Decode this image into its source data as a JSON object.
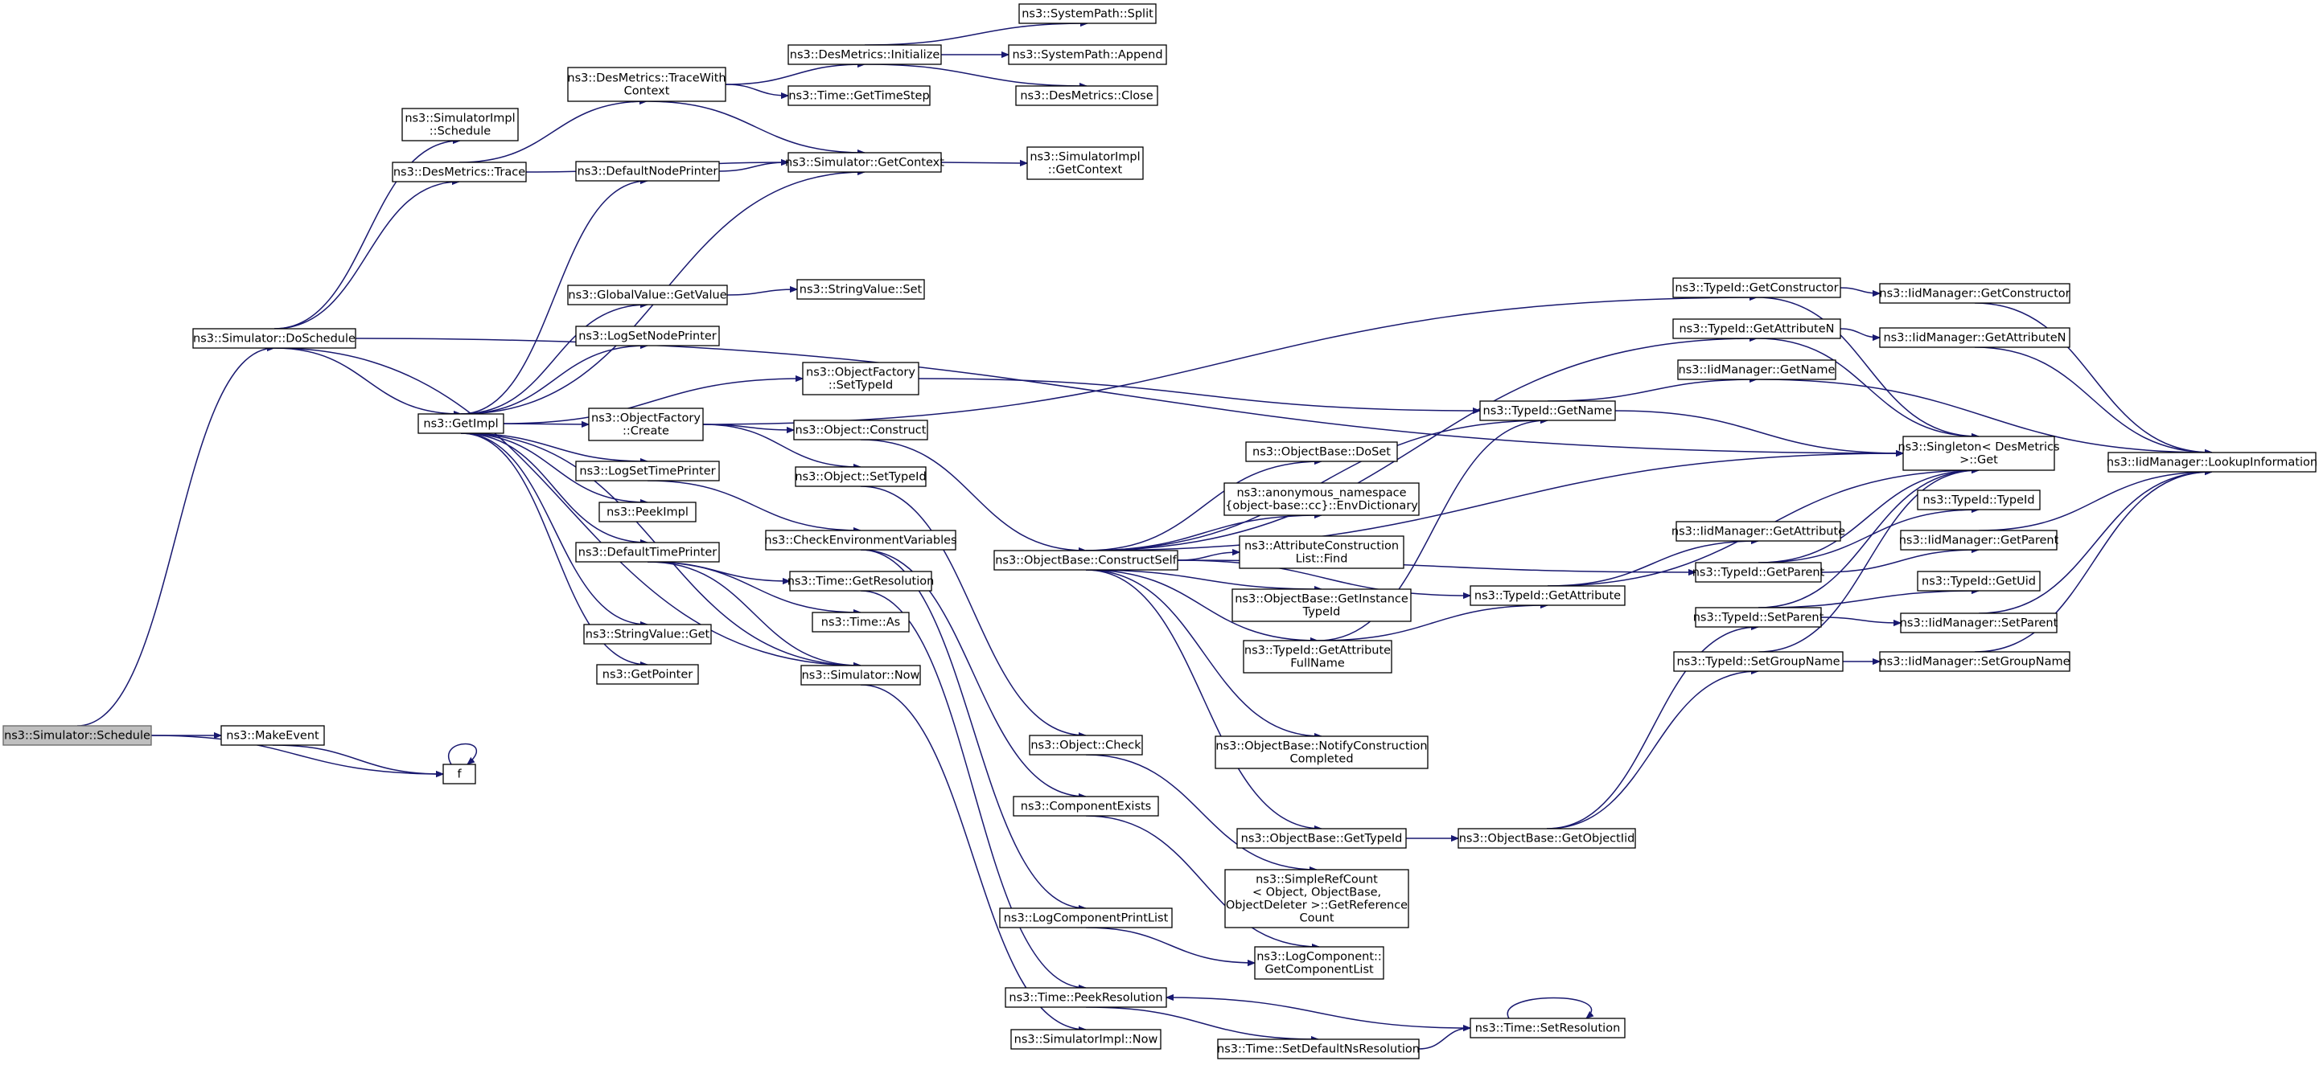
{
  "diagram": {
    "edge_color": "#191970",
    "root_fill": "#bfbfbf",
    "nodes": [
      {
        "id": "schedule",
        "lines": [
          "ns3::Simulator::Schedule"
        ],
        "root": true
      },
      {
        "id": "makeevent",
        "lines": [
          "ns3::MakeEvent"
        ]
      },
      {
        "id": "f",
        "lines": [
          "f"
        ]
      },
      {
        "id": "doschedule",
        "lines": [
          "ns3::Simulator::DoSchedule"
        ]
      },
      {
        "id": "simimpl_schedule",
        "lines": [
          "ns3::SimulatorImpl",
          "::Schedule"
        ]
      },
      {
        "id": "desmetrics_trace",
        "lines": [
          "ns3::DesMetrics::Trace"
        ]
      },
      {
        "id": "getimpl",
        "lines": [
          "ns3::GetImpl"
        ]
      },
      {
        "id": "simulator_now",
        "lines": [
          "ns3::Simulator::Now"
        ]
      },
      {
        "id": "singleton_get",
        "lines": [
          "ns3::Singleton< DesMetrics",
          " >::Get"
        ]
      },
      {
        "id": "tracewithcontext",
        "lines": [
          "ns3::DesMetrics::TraceWith",
          "Context"
        ]
      },
      {
        "id": "getcontext",
        "lines": [
          "ns3::Simulator::GetContext"
        ]
      },
      {
        "id": "desmetrics_init",
        "lines": [
          "ns3::DesMetrics::Initialize"
        ]
      },
      {
        "id": "time_gettimestep",
        "lines": [
          "ns3::Time::GetTimeStep"
        ]
      },
      {
        "id": "systempath_split",
        "lines": [
          "ns3::SystemPath::Split"
        ]
      },
      {
        "id": "systempath_append",
        "lines": [
          "ns3::SystemPath::Append"
        ]
      },
      {
        "id": "desmetrics_close",
        "lines": [
          "ns3::DesMetrics::Close"
        ]
      },
      {
        "id": "simimpl_getcontext",
        "lines": [
          "ns3::SimulatorImpl",
          "::GetContext"
        ]
      },
      {
        "id": "defaultnodeprinter",
        "lines": [
          "ns3::DefaultNodePrinter"
        ]
      },
      {
        "id": "globalvalue_getvalue",
        "lines": [
          "ns3::GlobalValue::GetValue"
        ]
      },
      {
        "id": "stringvalue_set",
        "lines": [
          "ns3::StringValue::Set"
        ]
      },
      {
        "id": "logsetnodeprinter",
        "lines": [
          "ns3::LogSetNodePrinter"
        ]
      },
      {
        "id": "objectfactory_settypeid",
        "lines": [
          "ns3::ObjectFactory",
          "::SetTypeId"
        ]
      },
      {
        "id": "objectfactory_create",
        "lines": [
          "ns3::ObjectFactory",
          "::Create"
        ]
      },
      {
        "id": "object_construct",
        "lines": [
          "ns3::Object::Construct"
        ]
      },
      {
        "id": "object_settypeid",
        "lines": [
          "ns3::Object::SetTypeId"
        ]
      },
      {
        "id": "logsettimeprinter",
        "lines": [
          "ns3::LogSetTimePrinter"
        ]
      },
      {
        "id": "peekimpl",
        "lines": [
          "ns3::PeekImpl"
        ]
      },
      {
        "id": "checkenvvars",
        "lines": [
          "ns3::CheckEnvironmentVariables"
        ]
      },
      {
        "id": "defaulttimeprinter",
        "lines": [
          "ns3::DefaultTimePrinter"
        ]
      },
      {
        "id": "time_getresolution",
        "lines": [
          "ns3::Time::GetResolution"
        ]
      },
      {
        "id": "time_as",
        "lines": [
          "ns3::Time::As"
        ]
      },
      {
        "id": "stringvalue_get",
        "lines": [
          "ns3::StringValue::Get"
        ]
      },
      {
        "id": "getpointer",
        "lines": [
          "ns3::GetPointer"
        ]
      },
      {
        "id": "objectbase_constructself",
        "lines": [
          "ns3::ObjectBase::ConstructSelf"
        ]
      },
      {
        "id": "typeid_getconstructor",
        "lines": [
          "ns3::TypeId::GetConstructor"
        ]
      },
      {
        "id": "iidmanager_getconstructor",
        "lines": [
          "ns3::IidManager::GetConstructor"
        ]
      },
      {
        "id": "typeid_getattributen",
        "lines": [
          "ns3::TypeId::GetAttributeN"
        ]
      },
      {
        "id": "iidmanager_getattributen",
        "lines": [
          "ns3::IidManager::GetAttributeN"
        ]
      },
      {
        "id": "iidmanager_getname",
        "lines": [
          "ns3::IidManager::GetName"
        ]
      },
      {
        "id": "typeid_getname",
        "lines": [
          "ns3::TypeId::GetName"
        ]
      },
      {
        "id": "iidmanager_lookupinformation",
        "lines": [
          "ns3::IidManager::LookupInformation"
        ]
      },
      {
        "id": "objectbase_doset",
        "lines": [
          "ns3::ObjectBase::DoSet"
        ]
      },
      {
        "id": "anon_envdictionary",
        "lines": [
          "ns3::anonymous_namespace",
          "{object-base::cc}::EnvDictionary"
        ]
      },
      {
        "id": "typeid_typeid",
        "lines": [
          "ns3::TypeId::TypeId"
        ]
      },
      {
        "id": "iidmanager_getattribute",
        "lines": [
          "ns3::IidManager::GetAttribute"
        ]
      },
      {
        "id": "iidmanager_getparent",
        "lines": [
          "ns3::IidManager::GetParent"
        ]
      },
      {
        "id": "attributeconstructionlist_find",
        "lines": [
          "ns3::AttributeConstruction",
          "List::Find"
        ]
      },
      {
        "id": "typeid_getparent",
        "lines": [
          "ns3::TypeId::GetParent"
        ]
      },
      {
        "id": "typeid_getattribute",
        "lines": [
          "ns3::TypeId::GetAttribute"
        ]
      },
      {
        "id": "typeid_getuid",
        "lines": [
          "ns3::TypeId::GetUid"
        ]
      },
      {
        "id": "objectbase_getinstancetypeid",
        "lines": [
          "ns3::ObjectBase::GetInstance",
          "TypeId"
        ]
      },
      {
        "id": "typeid_setparent",
        "lines": [
          "ns3::TypeId::SetParent"
        ]
      },
      {
        "id": "iidmanager_setparent",
        "lines": [
          "ns3::IidManager::SetParent"
        ]
      },
      {
        "id": "typeid_getattributefullname",
        "lines": [
          "ns3::TypeId::GetAttribute",
          "FullName"
        ]
      },
      {
        "id": "typeid_setgroupname",
        "lines": [
          "ns3::TypeId::SetGroupName"
        ]
      },
      {
        "id": "iidmanager_setgroupname",
        "lines": [
          "ns3::IidManager::SetGroupName"
        ]
      },
      {
        "id": "object_check",
        "lines": [
          "ns3::Object::Check"
        ]
      },
      {
        "id": "objectbase_notifyconstructioncompleted",
        "lines": [
          "ns3::ObjectBase::NotifyConstruction",
          "Completed"
        ]
      },
      {
        "id": "componentexists",
        "lines": [
          "ns3::ComponentExists"
        ]
      },
      {
        "id": "objectbase_gettypeid",
        "lines": [
          "ns3::ObjectBase::GetTypeId"
        ]
      },
      {
        "id": "objectbase_getobjectiid",
        "lines": [
          "ns3::ObjectBase::GetObjectIid"
        ]
      },
      {
        "id": "simplerefcount_getreferencecount",
        "lines": [
          "ns3::SimpleRefCount",
          "< Object, ObjectBase,",
          " ObjectDeleter >::GetReference",
          "Count"
        ]
      },
      {
        "id": "logcomponentprintlist",
        "lines": [
          "ns3::LogComponentPrintList"
        ]
      },
      {
        "id": "logcomponent_getcomponentlist",
        "lines": [
          "ns3::LogComponent::",
          "GetComponentList"
        ]
      },
      {
        "id": "time_peekresolution",
        "lines": [
          "ns3::Time::PeekResolution"
        ]
      },
      {
        "id": "time_setresolution",
        "lines": [
          "ns3::Time::SetResolution"
        ]
      },
      {
        "id": "time_setdefaultnsresolution",
        "lines": [
          "ns3::Time::SetDefaultNsResolution"
        ]
      },
      {
        "id": "simimpl_now",
        "lines": [
          "ns3::SimulatorImpl::Now"
        ]
      }
    ]
  }
}
